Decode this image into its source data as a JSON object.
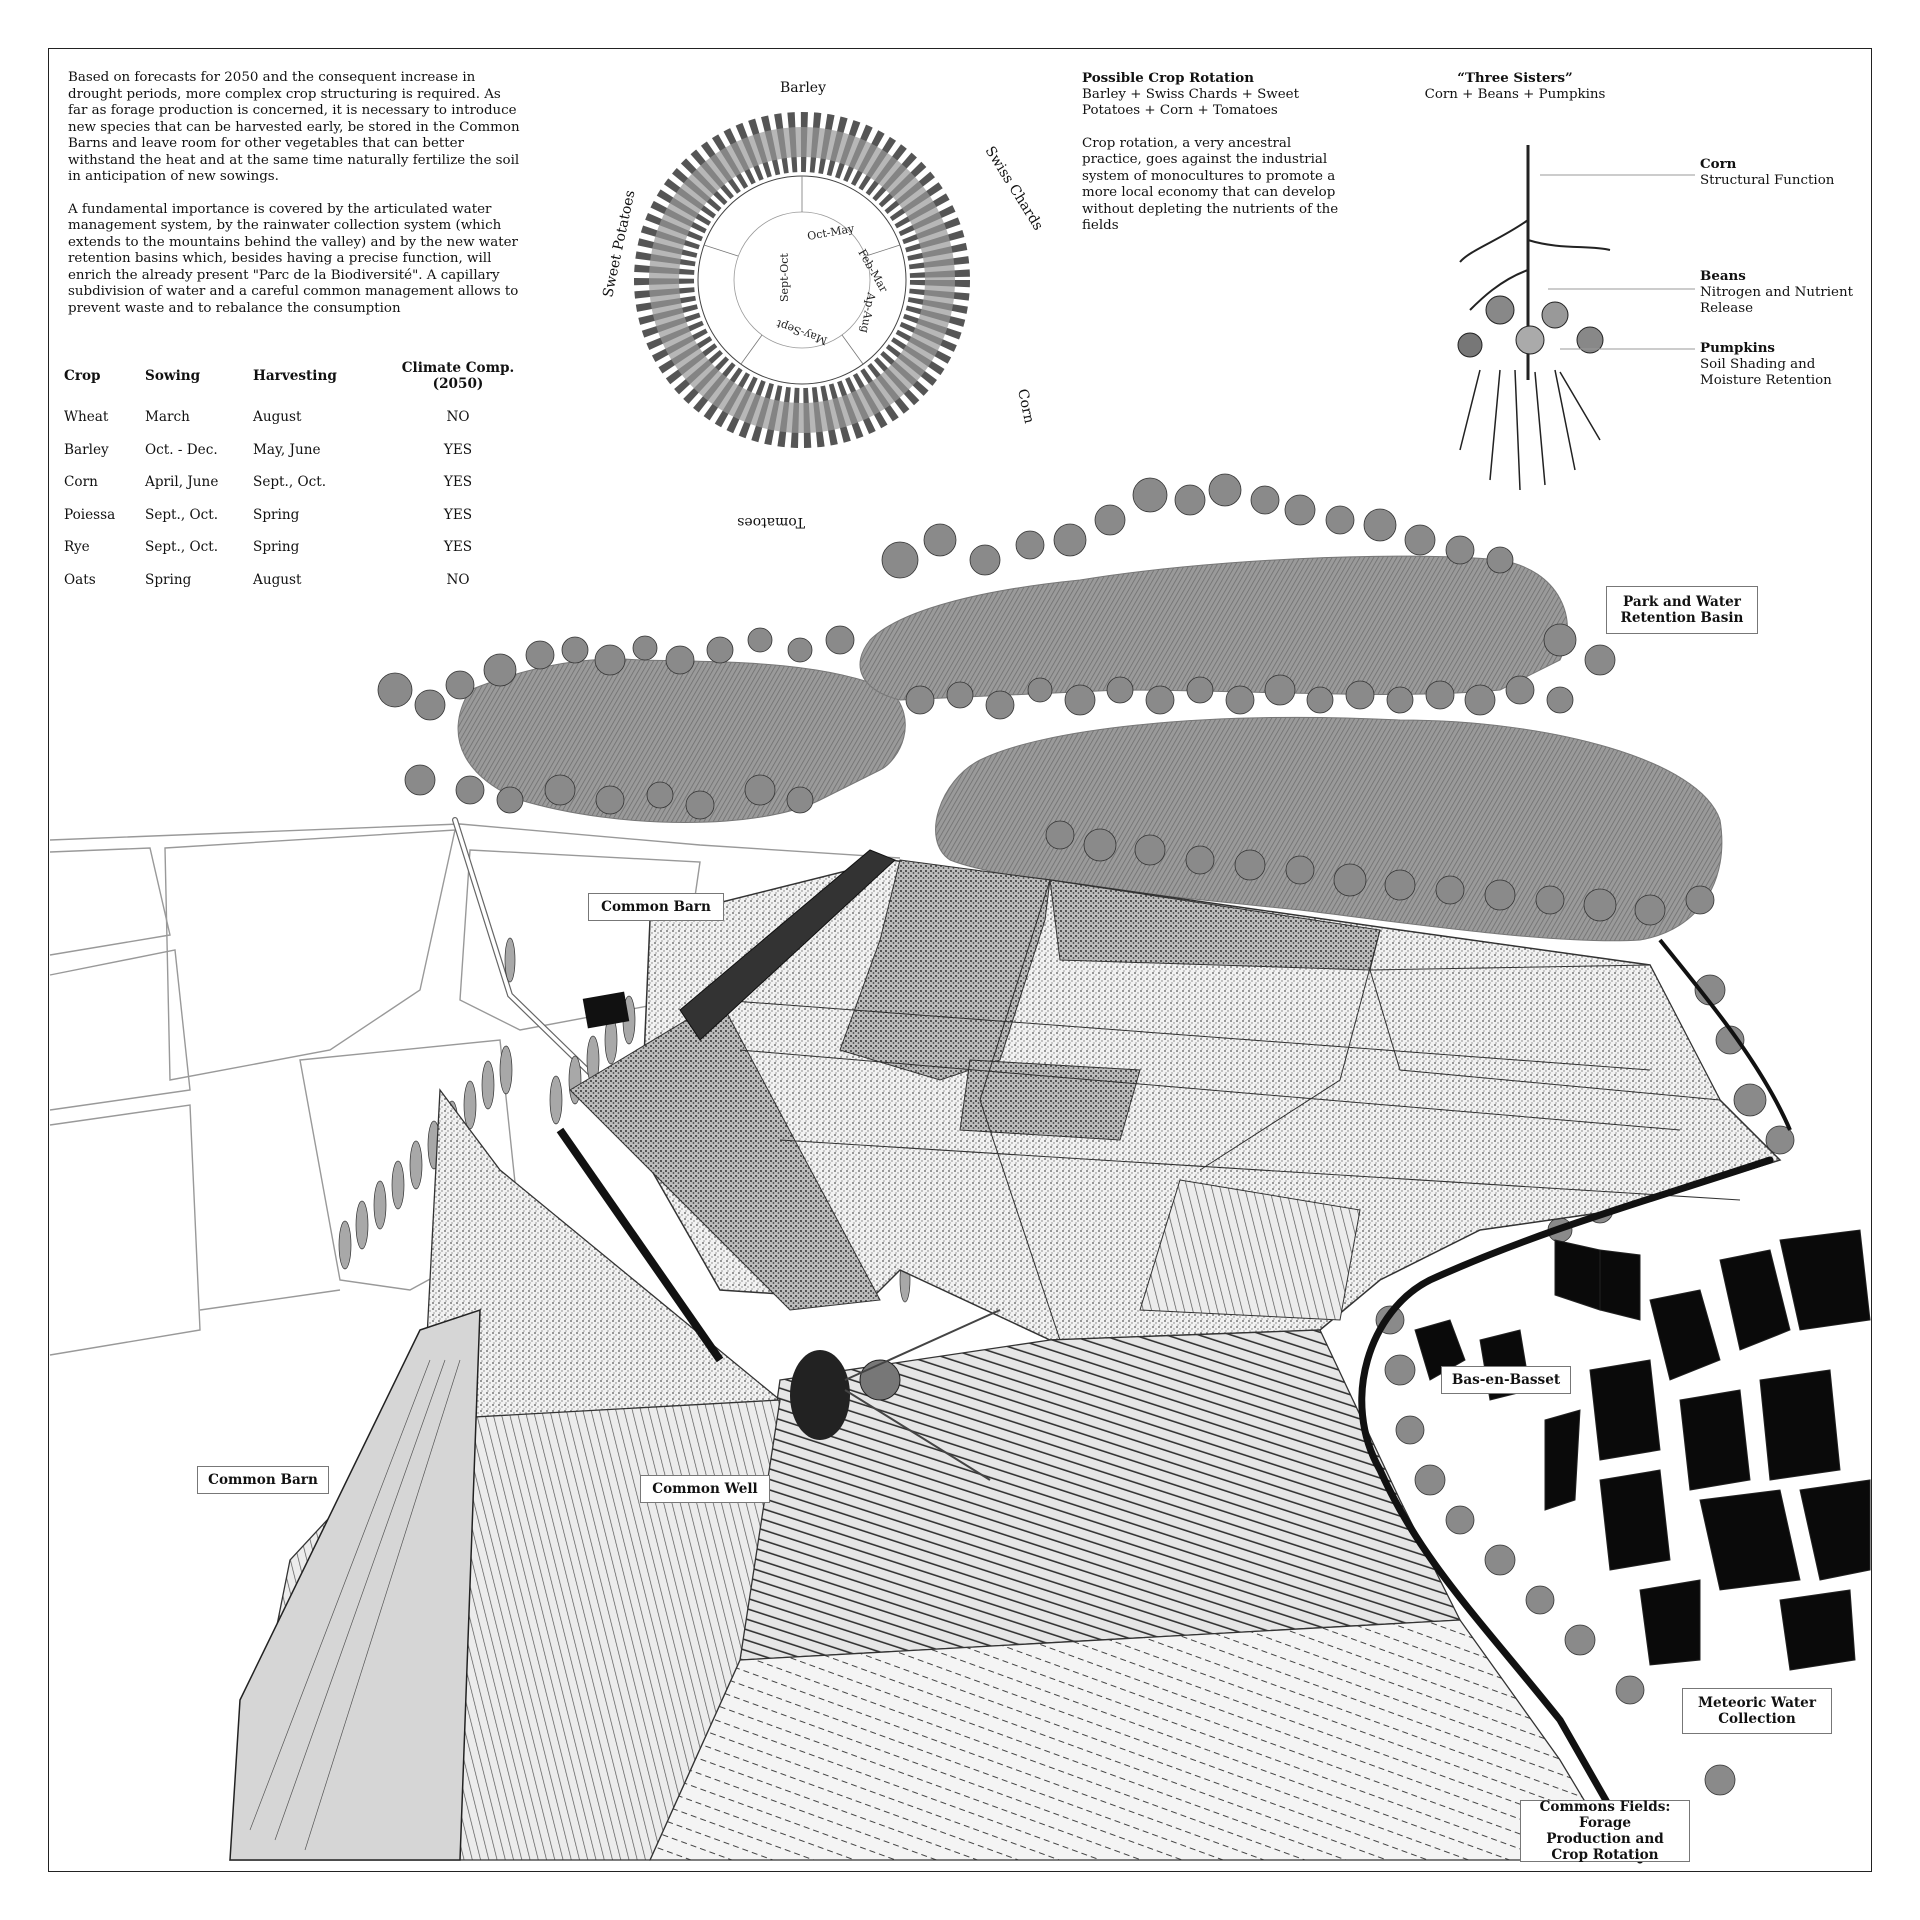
{
  "intro": {
    "paragraph1": "Based on forecasts for 2050 and the consequent increase in drought periods, more complex crop structuring is required. As far as forage production is concerned, it is necessary to introduce new species that can be harvested early, be stored in the Common Barns and leave room for other vegetables that can better withstand the heat and at the same time naturally fertilize the soil in anticipation of new sowings.",
    "paragraph2": "A fundamental importance is covered by the articulated water management system, by the rainwater collection system (which extends to the mountains behind the valley) and by the new water retention basins which, besides having a precise function, will enrich the already present \"Parc de la Biodiversité\". A capillary subdivision of water and a careful common management allows to prevent waste and to rebalance the consumption"
  },
  "crop_table": {
    "headers": [
      "Crop",
      "Sowing",
      "Harvesting",
      "Climate Comp.  (2050)"
    ],
    "rows": [
      [
        "Wheat",
        "March",
        "August",
        "NO"
      ],
      [
        "Barley",
        "Oct. - Dec.",
        "May, June",
        "YES"
      ],
      [
        "Corn",
        "April, June",
        "Sept., Oct.",
        "YES"
      ],
      [
        "Poiessa",
        "Sept., Oct.",
        "Spring",
        "YES"
      ],
      [
        "Rye",
        "Sept., Oct.",
        "Spring",
        "YES"
      ],
      [
        "Oats",
        "Spring",
        "August",
        "NO"
      ]
    ]
  },
  "wheel": {
    "outer_labels": [
      "Barley",
      "Swiss Chards",
      "Corn",
      "Tomatoes",
      "Sweet Potatoes"
    ],
    "inner_labels": [
      "Oct-May",
      "Feb-Mar",
      "Ap-Aug",
      "May-Sept",
      "Sept-Oct"
    ]
  },
  "rotation": {
    "title": "Possible Crop Rotation",
    "subtitle": "Barley + Swiss Chards + Sweet Potatoes + Corn + Tomatoes",
    "body": "Crop rotation, a very ancestral practice, goes against the industrial system of monocultures to promote a more local economy that can develop without depleting the nutrients of the fields"
  },
  "three_sisters": {
    "title": "“Three Sisters”",
    "subtitle": "Corn + Beans + Pumpkins",
    "parts": [
      {
        "name": "Corn",
        "desc": "Structural Function"
      },
      {
        "name": "Beans",
        "desc": "Nitrogen and Nutrient Release"
      },
      {
        "name": "Pumpkins",
        "desc": "Soil Shading and Moisture Retention"
      }
    ]
  },
  "map_labels": {
    "park": "Park and Water Retention Basin",
    "barn_top": "Common Barn",
    "barn_left": "Common Barn",
    "well": "Common Well",
    "village": "Bas-en-Basset",
    "meteoric": "Meteoric Water Collection",
    "commons": "Commons Fields: Forage Production and Crop Rotation"
  }
}
